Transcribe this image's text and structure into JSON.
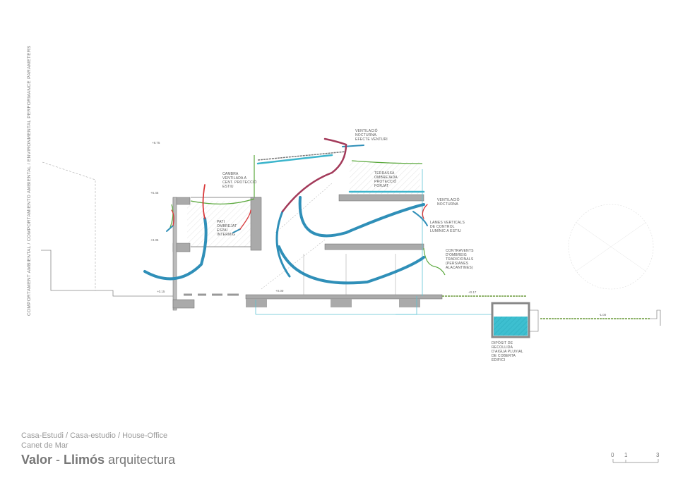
{
  "title": {
    "vertical": "Comportament ambiental / Comportamiento ambiental / Environmental performance parameters"
  },
  "footer": {
    "project": "Casa-Estudi / Casa-estudio / House-Office",
    "location": "Canet de Mar",
    "brand_bold_1": "Valor",
    "brand_sep": " - ",
    "brand_bold_2": "Llimós",
    "brand_rest": " arquitectura"
  },
  "scale_bar": {
    "ticks": [
      "0",
      "1",
      "3"
    ]
  },
  "labels": {
    "venturi": "Ventilació\nnocturna.\nEfecte venturi",
    "cambra": "Cambra\nventilada a\ncent. protecció\nestiu",
    "pati": "Pati\nombrejat\nespai\nintermig",
    "terrassa": "Terrassa\nombrejada\nprotecció\nforjat",
    "ventilacio": "Ventilació\nnocturna",
    "lames": "Lames verticals\nde control\nlumínic a estiu",
    "contravents": "Contravents\nd'ombreig\ntradicionals\n(persianes\nalacantines)",
    "diposit": "Dipòsit de\nrecollida\nd'aigua pluvial\nde coberta\nedifici"
  },
  "levels": [
    "+8.75",
    "+6.45",
    "+3.35",
    "+0.15",
    "+0.17",
    "+0.00",
    "-1.00"
  ],
  "colors": {
    "air_cool": "#2f8fb8",
    "air_warm": "#d9383a",
    "vegetation": "#5aa83c",
    "water": "#3dbfd0",
    "structure": "#9a9a9a"
  }
}
